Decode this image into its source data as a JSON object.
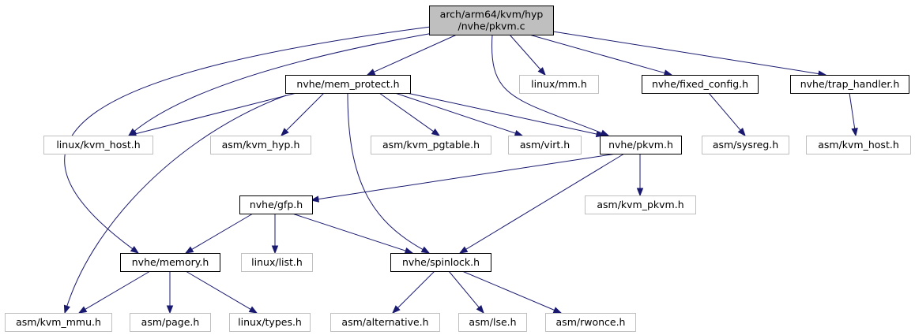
{
  "colors": {
    "edge": "#191970",
    "root_fill": "#bfbfbf",
    "root_border": "#000000",
    "local_border": "#000000",
    "external_border": "#bfbfbf",
    "node_fill": "#ffffff"
  },
  "nodes": [
    {
      "id": "pkvm_c",
      "kind": "root",
      "lines": [
        "arch/arm64/kvm/hyp",
        "/nvhe/pkvm.c"
      ]
    },
    {
      "id": "mem_protect",
      "kind": "local",
      "lines": [
        "nvhe/mem_protect.h"
      ]
    },
    {
      "id": "linux_mm",
      "kind": "external",
      "lines": [
        "linux/mm.h"
      ]
    },
    {
      "id": "fixed_config",
      "kind": "local",
      "lines": [
        "nvhe/fixed_config.h"
      ]
    },
    {
      "id": "trap_handler",
      "kind": "local",
      "lines": [
        "nvhe/trap_handler.h"
      ]
    },
    {
      "id": "linux_kvm_host",
      "kind": "external",
      "lines": [
        "linux/kvm_host.h"
      ]
    },
    {
      "id": "asm_kvm_hyp",
      "kind": "external",
      "lines": [
        "asm/kvm_hyp.h"
      ]
    },
    {
      "id": "asm_kvm_pgtable",
      "kind": "external",
      "lines": [
        "asm/kvm_pgtable.h"
      ]
    },
    {
      "id": "asm_virt",
      "kind": "external",
      "lines": [
        "asm/virt.h"
      ]
    },
    {
      "id": "nvhe_pkvm_h",
      "kind": "local",
      "lines": [
        "nvhe/pkvm.h"
      ]
    },
    {
      "id": "asm_sysreg",
      "kind": "external",
      "lines": [
        "asm/sysreg.h"
      ]
    },
    {
      "id": "asm_kvm_host",
      "kind": "external",
      "lines": [
        "asm/kvm_host.h"
      ]
    },
    {
      "id": "gfp",
      "kind": "local",
      "lines": [
        "nvhe/gfp.h"
      ]
    },
    {
      "id": "asm_kvm_pkvm",
      "kind": "external",
      "lines": [
        "asm/kvm_pkvm.h"
      ]
    },
    {
      "id": "memory",
      "kind": "local",
      "lines": [
        "nvhe/memory.h"
      ]
    },
    {
      "id": "linux_list",
      "kind": "external",
      "lines": [
        "linux/list.h"
      ]
    },
    {
      "id": "spinlock",
      "kind": "local",
      "lines": [
        "nvhe/spinlock.h"
      ]
    },
    {
      "id": "asm_kvm_mmu",
      "kind": "external",
      "lines": [
        "asm/kvm_mmu.h"
      ]
    },
    {
      "id": "asm_page",
      "kind": "external",
      "lines": [
        "asm/page.h"
      ]
    },
    {
      "id": "linux_types",
      "kind": "external",
      "lines": [
        "linux/types.h"
      ]
    },
    {
      "id": "asm_alternative",
      "kind": "external",
      "lines": [
        "asm/alternative.h"
      ]
    },
    {
      "id": "asm_lse",
      "kind": "external",
      "lines": [
        "asm/lse.h"
      ]
    },
    {
      "id": "asm_rwonce",
      "kind": "external",
      "lines": [
        "asm/rwonce.h"
      ]
    }
  ],
  "edges": [
    {
      "from": "pkvm_c",
      "to": "mem_protect"
    },
    {
      "from": "pkvm_c",
      "to": "linux_kvm_host"
    },
    {
      "from": "pkvm_c",
      "to": "memory"
    },
    {
      "from": "pkvm_c",
      "to": "linux_mm"
    },
    {
      "from": "pkvm_c",
      "to": "nvhe_pkvm_h"
    },
    {
      "from": "pkvm_c",
      "to": "fixed_config"
    },
    {
      "from": "pkvm_c",
      "to": "trap_handler"
    },
    {
      "from": "mem_protect",
      "to": "linux_kvm_host"
    },
    {
      "from": "mem_protect",
      "to": "asm_kvm_hyp"
    },
    {
      "from": "mem_protect",
      "to": "asm_kvm_pgtable"
    },
    {
      "from": "mem_protect",
      "to": "asm_virt"
    },
    {
      "from": "mem_protect",
      "to": "nvhe_pkvm_h"
    },
    {
      "from": "mem_protect",
      "to": "spinlock"
    },
    {
      "from": "mem_protect",
      "to": "asm_kvm_mmu"
    },
    {
      "from": "fixed_config",
      "to": "asm_sysreg"
    },
    {
      "from": "trap_handler",
      "to": "asm_kvm_host"
    },
    {
      "from": "nvhe_pkvm_h",
      "to": "gfp"
    },
    {
      "from": "nvhe_pkvm_h",
      "to": "asm_kvm_pkvm"
    },
    {
      "from": "nvhe_pkvm_h",
      "to": "spinlock"
    },
    {
      "from": "gfp",
      "to": "memory"
    },
    {
      "from": "gfp",
      "to": "linux_list"
    },
    {
      "from": "gfp",
      "to": "spinlock"
    },
    {
      "from": "memory",
      "to": "asm_kvm_mmu"
    },
    {
      "from": "memory",
      "to": "asm_page"
    },
    {
      "from": "memory",
      "to": "linux_types"
    },
    {
      "from": "spinlock",
      "to": "asm_alternative"
    },
    {
      "from": "spinlock",
      "to": "asm_lse"
    },
    {
      "from": "spinlock",
      "to": "asm_rwonce"
    }
  ]
}
